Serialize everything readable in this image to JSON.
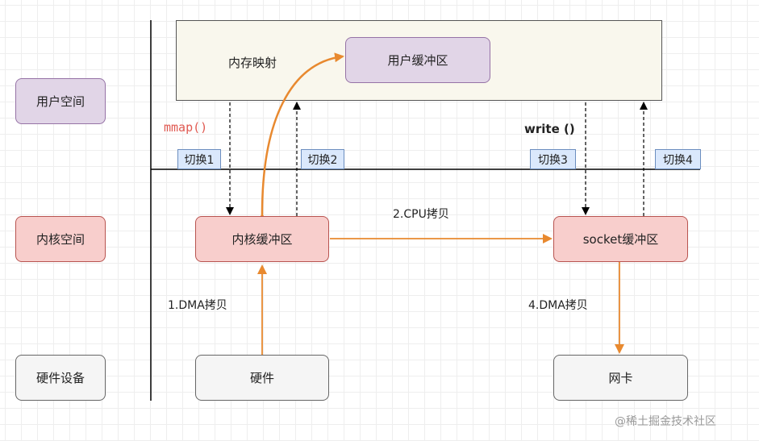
{
  "layers": {
    "user_space": "用户空间",
    "kernel_space": "内核空间",
    "hardware_devices": "硬件设备"
  },
  "nodes": {
    "memory_mapping": "内存映射",
    "user_buffer": "用户缓冲区",
    "kernel_buffer": "内核缓冲区",
    "socket_buffer": "socket缓冲区",
    "hardware": "硬件",
    "nic": "网卡"
  },
  "calls": {
    "mmap": "mmap()",
    "write": "write ()"
  },
  "switches": [
    "切换1",
    "切换2",
    "切换3",
    "切换4"
  ],
  "steps": {
    "dma_copy_1": "1.DMA拷贝",
    "cpu_copy_2": "2.CPU拷贝",
    "dma_copy_4": "4.DMA拷贝"
  },
  "colors": {
    "arrow_orange": "#e8892f",
    "user_fill": "#e1d5e7",
    "kernel_fill": "#f8cecc",
    "hardware_fill": "#f5f5f5",
    "switch_fill": "#dae8fc"
  },
  "watermark": "@稀土掘金技术社区"
}
